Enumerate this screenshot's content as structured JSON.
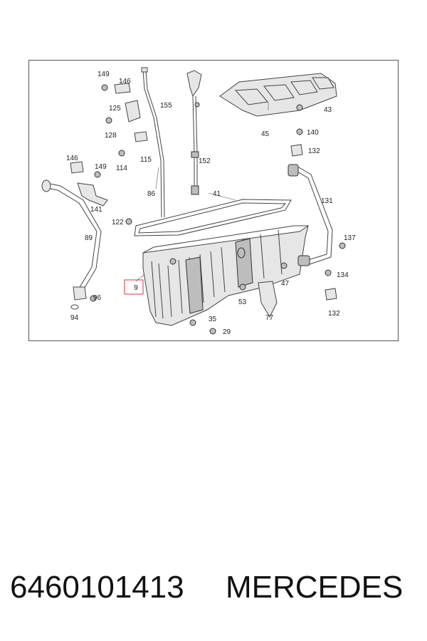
{
  "diagram": {
    "callouts": {
      "c149a": "149",
      "c146a": "146",
      "c125": "125",
      "c128": "128",
      "c155": "155",
      "c115": "115",
      "c114": "114",
      "c152": "152",
      "c43": "43",
      "c45": "45",
      "c140": "140",
      "c132a": "132",
      "c146b": "146",
      "c149b": "149",
      "c141": "141",
      "c86": "86",
      "c41": "41",
      "c131": "131",
      "c122": "122",
      "c89": "89",
      "c137": "137",
      "c9": "9",
      "c96": "96",
      "c47": "47",
      "c134": "134",
      "c53": "53",
      "c77": "77",
      "c132b": "132",
      "c94": "94",
      "c35": "35",
      "c29": "29"
    },
    "highlight_color": "#d9333f"
  },
  "footer": {
    "part_number": "6460101413",
    "brand": "MERCEDES"
  }
}
